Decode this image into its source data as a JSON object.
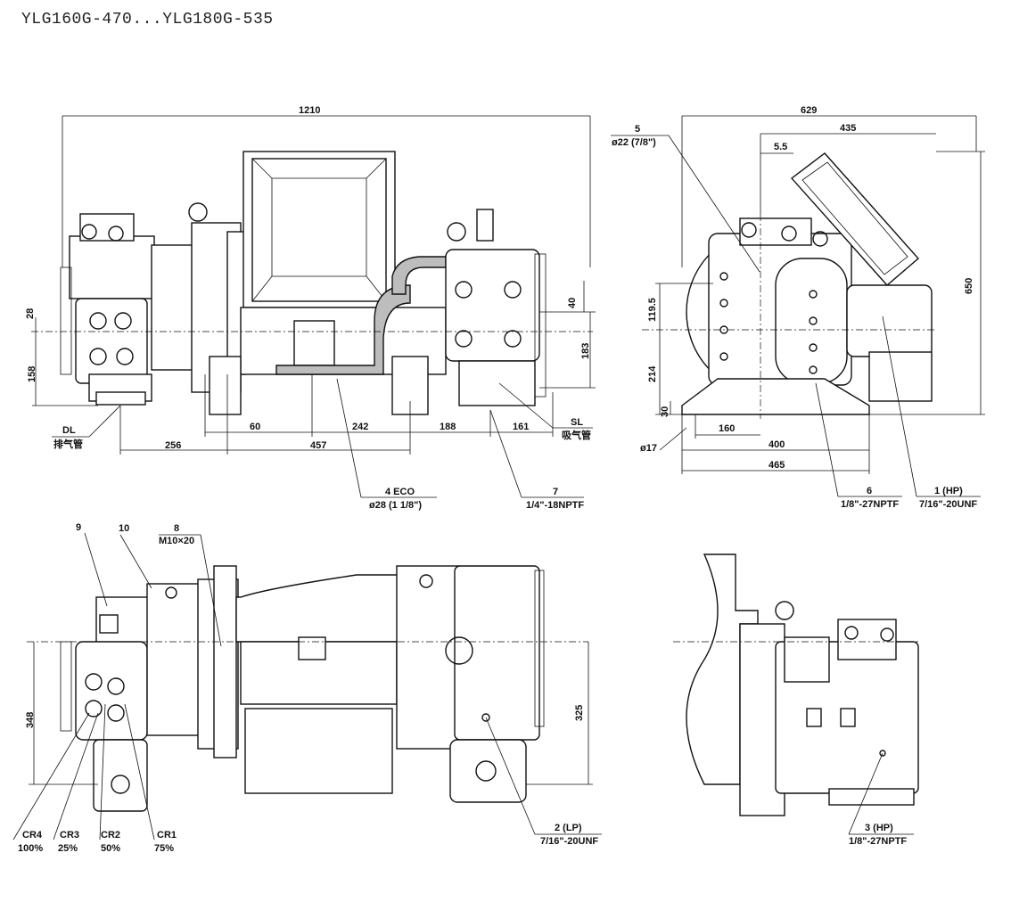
{
  "title": "YLG160G-470...YLG180G-535",
  "dims": {
    "d1210": "1210",
    "d28": "28",
    "d158": "158",
    "d40": "40",
    "d183": "183",
    "d60": "60",
    "d256": "256",
    "d457": "457",
    "d242": "242",
    "d188": "188",
    "d161": "161",
    "d629": "629",
    "d435": "435",
    "d5_5": "5.5",
    "d650": "650",
    "d119_5": "119.5",
    "d214": "214",
    "d30": "30",
    "d160": "160",
    "d400": "400",
    "d465": "465",
    "d348": "348",
    "d325": "325"
  },
  "labels": {
    "dl": "DL",
    "dl_cn": "排气管",
    "sl": "SL",
    "sl_cn": "吸气管",
    "eco_num": "4  ECO",
    "eco_size": "ø28 (1 1/8\")",
    "p7_num": "7",
    "p7_size": "1/4\"-18NPTF",
    "p5_num": "5",
    "p5_size": "ø22 (7/8\")",
    "p6_num": "6",
    "p6_size": "1/8\"-27NPTF",
    "p1_num": "1 (HP)",
    "p1_size": "7/16\"-20UNF",
    "d17": "ø17",
    "p9": "9",
    "p10": "10",
    "p8_num": "8",
    "p8_size": "M10×20",
    "cr4": "CR4",
    "cr4_v": "100%",
    "cr3": "CR3",
    "cr3_v": "25%",
    "cr2": "CR2",
    "cr2_v": "50%",
    "cr1": "CR1",
    "cr1_v": "75%",
    "p2_num": "2 (LP)",
    "p2_size": "7/16\"-20UNF",
    "p3_num": "3 (HP)",
    "p3_size": "1/8\"-27NPTF"
  }
}
